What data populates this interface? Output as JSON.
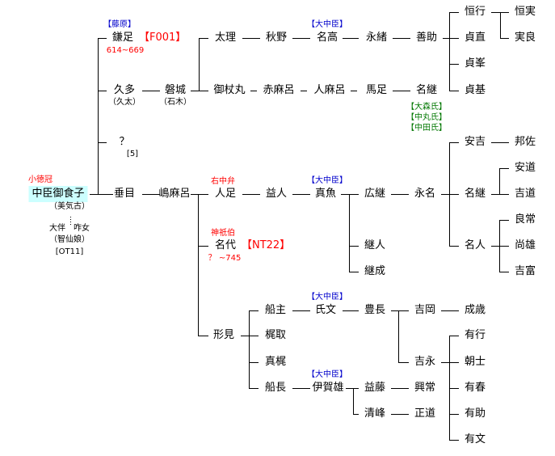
{
  "root": {
    "title": "小徳冠",
    "name": "中臣御食子",
    "alias": "（美気古）",
    "spouse": "大伴　咋女",
    "spouse_alias": "（智仙娘）",
    "spouse_code": "[OT11]",
    "highlight_color": "#ccffff"
  },
  "children": {
    "kamatari": {
      "clan": "【藤原】",
      "name": "鎌足",
      "code": "【F001】",
      "years": "614~669"
    },
    "kuta": {
      "name": "久多",
      "alias": "（久太）"
    },
    "unknown": {
      "name": "？",
      "note": "[5]"
    },
    "tarume": {
      "name": "垂目"
    }
  },
  "kuta_line": {
    "iwaki": {
      "name": "磐城",
      "alias": "（石木）"
    },
    "tari": "太理",
    "akino": "秋野",
    "natakaclan": "【大中臣】",
    "nataka": "名高",
    "nagao": "永緒",
    "yoshisuke": "善助",
    "mitsueimaru": "御杖丸",
    "akamaro": "赤麻呂",
    "hitomaro": "人麻呂",
    "umatari": "馬足",
    "natsugu": "名継",
    "natsugu_clans": [
      "【大森氏】",
      "【中丸氏】",
      "【中田氏】"
    ],
    "sadayuki": "恒行",
    "sadanao": "貞直",
    "sadamine": "貞峯",
    "sadamoto": "貞基",
    "tsunezane": "恒実",
    "sanenaga": "実良"
  },
  "tarume_line": {
    "shimamaro": "嶋麻呂",
    "hitotari_title": "右中弁",
    "hitotari": "人足",
    "masuhito": "益人",
    "mana_clan": "【大中臣】",
    "mana": "真魚",
    "hirotsugu": "広継",
    "nagana": "永名",
    "yasuyoshi": "安吉",
    "kunisuke": "邦佐",
    "natsugu2": "名継",
    "yasumichi": "安道",
    "yoshimichi": "吉道",
    "nahito": "名人",
    "yoshitsune": "良常",
    "hisao": "尚雄",
    "yoshitomi": "吉富",
    "tsuguhito": "継人",
    "tsugunari": "継成",
    "nashiro_title": "神祇伯",
    "nashiro": "名代",
    "nashiro_code": "【NT22】",
    "nashiro_years": "？ ~745",
    "katami": "形見",
    "funanushi": "船主",
    "ujibumi_clan": "【大中臣】",
    "ujibumi": "氏文",
    "toyonaga": "豊長",
    "yoshioka": "吉岡",
    "naritoshi": "成歳",
    "yoshinaga": "吉永",
    "aruyuki": "有行",
    "tomoshi": "朝士",
    "aruharu": "有春",
    "arusuke": "有助",
    "arufumi": "有文",
    "kajitori": "梶取",
    "makaji": "真梶",
    "funaosa": "船長",
    "igao_clan": "【大中臣】",
    "igao": "伊賀雄",
    "masufuji": "益藤",
    "okitsune": "興常",
    "kiyomine": "清峰",
    "masamichi": "正道"
  }
}
